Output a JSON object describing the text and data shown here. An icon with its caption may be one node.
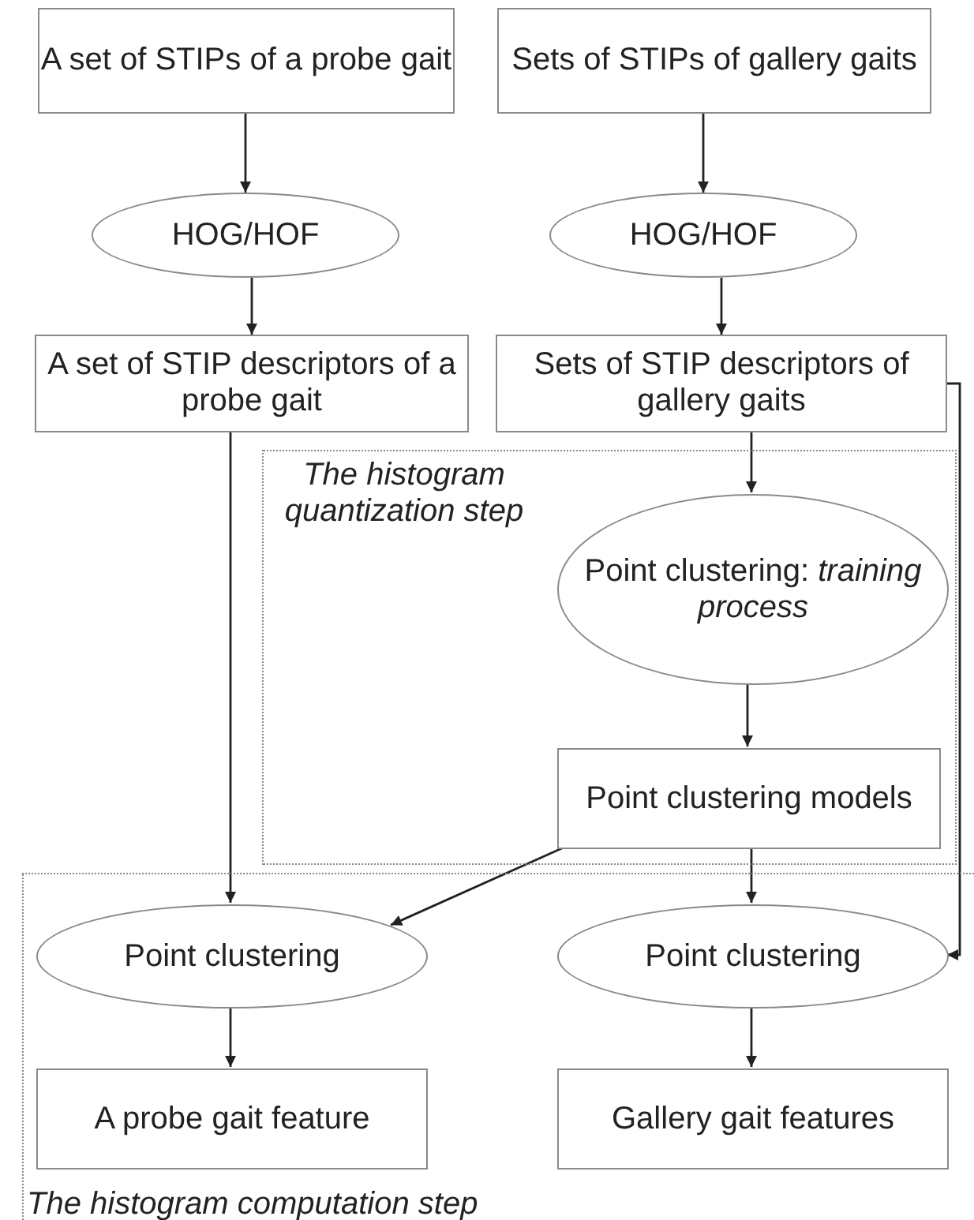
{
  "diagram": {
    "nodes": [
      {
        "text": [
          "A set of STIPs of a probe gait"
        ]
      },
      {
        "text": [
          "Sets of STIPs of gallery gaits"
        ]
      },
      {
        "text": [
          "HOG/HOF"
        ]
      },
      {
        "text": [
          "HOG/HOF"
        ]
      },
      {
        "text": [
          "A set of STIP descriptors of a probe gait"
        ]
      },
      {
        "text": [
          "Sets of STIP descriptors of gallery gaits"
        ]
      },
      {
        "text": [
          "The histogram quantization step"
        ]
      },
      {
        "text": [
          "Point clustering: *training process*"
        ],
        "in": 6
      },
      {
        "text": [
          "Point clustering models"
        ],
        "in": 6
      },
      {
        "text": [
          "The histogram computation step"
        ]
      },
      {
        "text": [
          "Point clustering"
        ],
        "in": 9
      },
      {
        "text": [
          "Point clustering"
        ],
        "in": 9
      },
      {
        "text": [
          "A probe gait feature"
        ],
        "in": 9
      },
      {
        "text": [
          "Gallery gait features"
        ],
        "in": 9
      }
    ],
    "edges": [
      {
        "from": 0,
        "to": 2,
        "arrow": "to"
      },
      {
        "from": 1,
        "to": 3,
        "arrow": "to"
      },
      {
        "from": 2,
        "to": 4,
        "arrow": "to"
      },
      {
        "from": 3,
        "to": 5,
        "arrow": "to"
      },
      {
        "from": 4,
        "to": 10,
        "arrow": "to"
      },
      {
        "from": 5,
        "to": 7,
        "arrow": "to"
      },
      {
        "from": 7,
        "to": 8,
        "arrow": "to"
      },
      {
        "from": 8,
        "to": 10,
        "arrow": "to"
      },
      {
        "from": 8,
        "to": 11,
        "arrow": "to"
      },
      {
        "from": 5,
        "to": 11,
        "arrow": "to"
      },
      {
        "from": 10,
        "to": 12,
        "arrow": "to"
      },
      {
        "from": 11,
        "to": 13,
        "arrow": "to"
      }
    ]
  }
}
